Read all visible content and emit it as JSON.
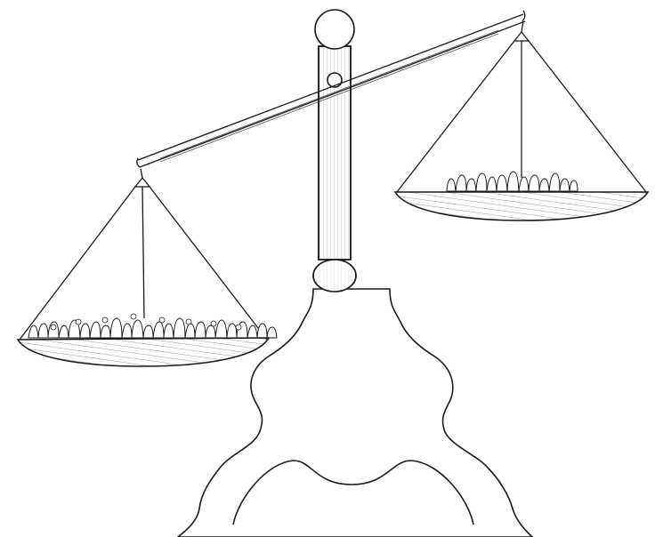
{
  "illustration": {
    "subject": "balance-scale-icon",
    "ink_color": "#1a1a1a",
    "shade_color": "#8c8c8c",
    "background_color": "#ffffff",
    "left_pan": {
      "state": "lowered",
      "crowd_density": "heavy"
    },
    "right_pan": {
      "state": "raised",
      "crowd_density": "light"
    }
  }
}
